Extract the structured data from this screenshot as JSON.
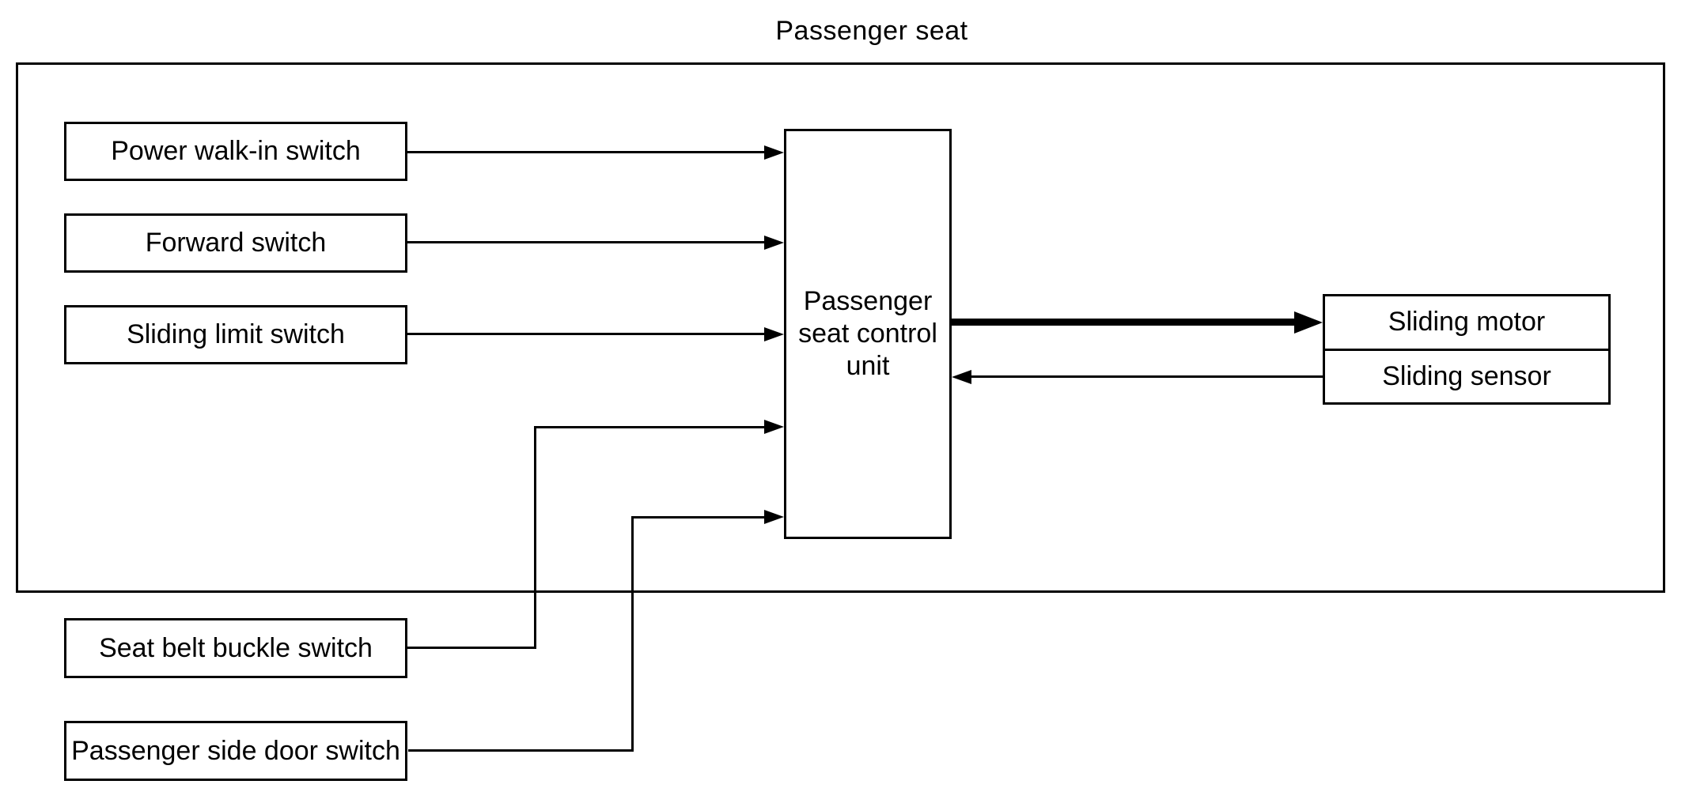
{
  "title": "Passenger seat",
  "nodes": {
    "power_walk_in_switch": {
      "label": "Power walk-in switch"
    },
    "forward_switch": {
      "label": "Forward switch"
    },
    "sliding_limit_switch": {
      "label": "Sliding limit switch"
    },
    "seat_belt_buckle_switch": {
      "label": "Seat belt buckle switch"
    },
    "passenger_side_door_switch": {
      "label": "Passenger side door switch"
    },
    "control_unit": {
      "label": "Passenger seat control unit",
      "lines": [
        "Passenger",
        "seat control",
        "unit"
      ]
    },
    "sliding_motor": {
      "label": "Sliding motor"
    },
    "sliding_sensor": {
      "label": "Sliding sensor"
    }
  },
  "connections": [
    {
      "from": "Power walk-in switch",
      "to": "Passenger seat control unit",
      "style": "thin-arrow"
    },
    {
      "from": "Forward switch",
      "to": "Passenger seat control unit",
      "style": "thin-arrow"
    },
    {
      "from": "Sliding limit switch",
      "to": "Passenger seat control unit",
      "style": "thin-arrow"
    },
    {
      "from": "Seat belt buckle switch",
      "to": "Passenger seat control unit",
      "style": "thin-arrow-elbow"
    },
    {
      "from": "Passenger side door switch",
      "to": "Passenger seat control unit",
      "style": "thin-arrow-elbow"
    },
    {
      "from": "Passenger seat control unit",
      "to": "Sliding motor",
      "style": "thick-arrow"
    },
    {
      "from": "Sliding sensor",
      "to": "Passenger seat control unit",
      "style": "thin-arrow"
    }
  ],
  "colors": {
    "line": "#000000",
    "background": "#ffffff",
    "box_fill": "#ffffff",
    "text": "#000000"
  }
}
